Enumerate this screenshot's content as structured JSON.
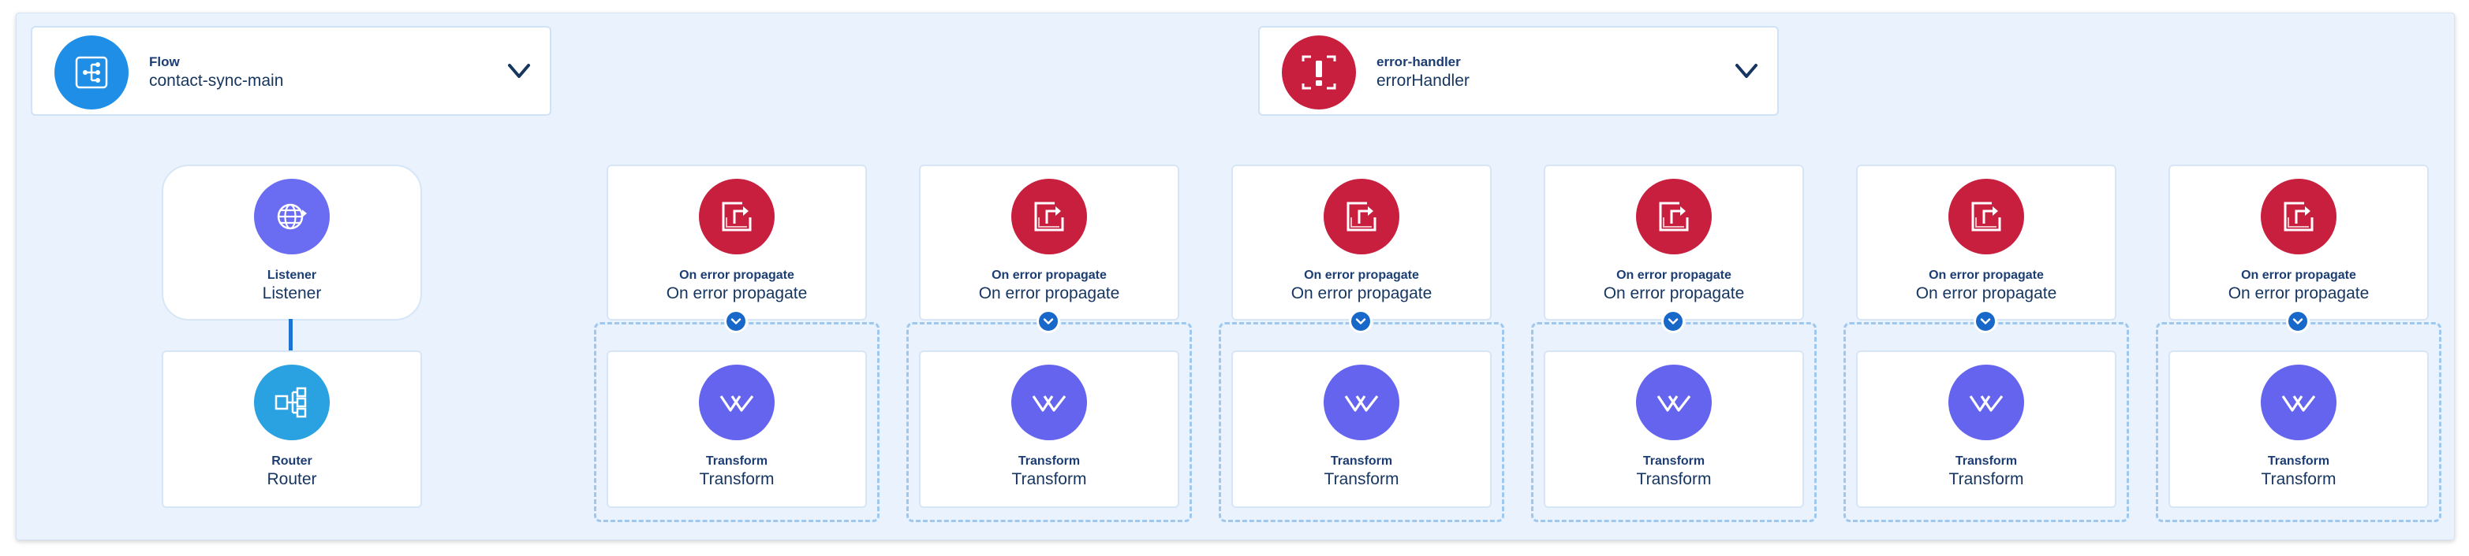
{
  "colors": {
    "canvas_bg": "#e9f2fd",
    "flow_blue": "#1e8ee6",
    "error_red": "#c81f3f",
    "listener_purple": "#6a6cf2",
    "router_teal": "#2aa1e0",
    "transform_purple": "#6464ee",
    "connector_blue": "#1868c9"
  },
  "flow_scope": {
    "type_label": "Flow",
    "name": "contact-sync-main",
    "icon": "flow-tree-icon",
    "expand_icon": "chevron-down-icon"
  },
  "error_scope": {
    "type_label": "error-handler",
    "name": "errorHandler",
    "icon": "error-exclamation-icon",
    "expand_icon": "chevron-down-icon"
  },
  "flow_components": [
    {
      "type_label": "Listener",
      "name": "Listener",
      "icon": "globe-listener-icon"
    },
    {
      "type_label": "Router",
      "name": "Router",
      "icon": "router-branch-icon"
    }
  ],
  "error_columns": [
    {
      "handler": {
        "type_label": "On error propagate",
        "name": "On error propagate",
        "icon": "propagate-arrow-icon"
      },
      "step": {
        "type_label": "Transform",
        "name": "Transform",
        "icon": "transform-icon"
      }
    },
    {
      "handler": {
        "type_label": "On error propagate",
        "name": "On error propagate",
        "icon": "propagate-arrow-icon"
      },
      "step": {
        "type_label": "Transform",
        "name": "Transform",
        "icon": "transform-icon"
      }
    },
    {
      "handler": {
        "type_label": "On error propagate",
        "name": "On error propagate",
        "icon": "propagate-arrow-icon"
      },
      "step": {
        "type_label": "Transform",
        "name": "Transform",
        "icon": "transform-icon"
      }
    },
    {
      "handler": {
        "type_label": "On error propagate",
        "name": "On error propagate",
        "icon": "propagate-arrow-icon"
      },
      "step": {
        "type_label": "Transform",
        "name": "Transform",
        "icon": "transform-icon"
      }
    },
    {
      "handler": {
        "type_label": "On error propagate",
        "name": "On error propagate",
        "icon": "propagate-arrow-icon"
      },
      "step": {
        "type_label": "Transform",
        "name": "Transform",
        "icon": "transform-icon"
      }
    },
    {
      "handler": {
        "type_label": "On error propagate",
        "name": "On error propagate",
        "icon": "propagate-arrow-icon"
      },
      "step": {
        "type_label": "Transform",
        "name": "Transform",
        "icon": "transform-icon"
      }
    }
  ]
}
